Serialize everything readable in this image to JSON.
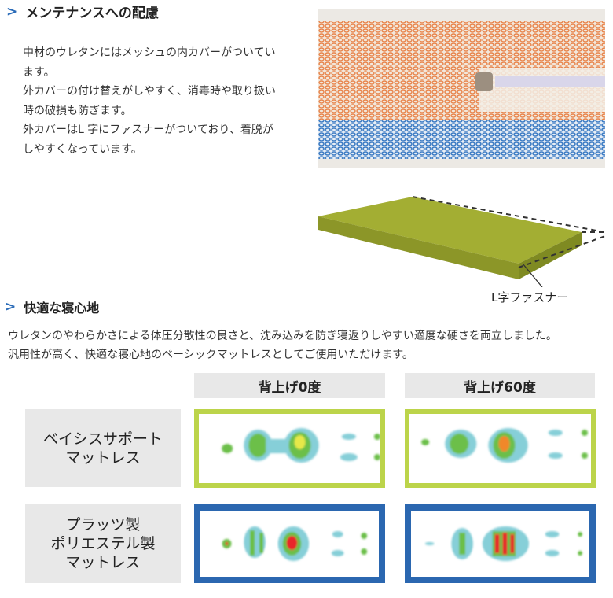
{
  "maintenance": {
    "heading": "メンテナンスへの配慮",
    "paragraphs": [
      "中材のウレタンにはメッシュの内カバーがついています。",
      "外カバーの付け替えがしやすく、消毒時や取り扱い時の破損も防ぎます。",
      "外カバーはL 字にファスナーがついており、着脱がしやすくなっています。"
    ],
    "fastener_label": "L字ファスナー"
  },
  "comfort": {
    "heading": "快適な寝心地",
    "lines": [
      "ウレタンのやわらかさによる体圧分散性の良さと、沈み込みを防ぎ寝返りしやすい適度な硬さを両立しました。",
      "汎用性が高く、快適な寝心地のベーシックマットレスとしてご使用いただけます。"
    ]
  },
  "comparison": {
    "columns": [
      "背上げ0度",
      "背上げ60度"
    ],
    "rows": [
      {
        "label": "ベイシスサポート\nマットレス",
        "border_color": "#bcd44a"
      },
      {
        "label": "プラッツ製\nポリエステル製\nマットレス",
        "border_color": "#2b67b0"
      }
    ]
  },
  "colors": {
    "accent": "#2a6bb8",
    "mattress": "#9aa62c"
  }
}
